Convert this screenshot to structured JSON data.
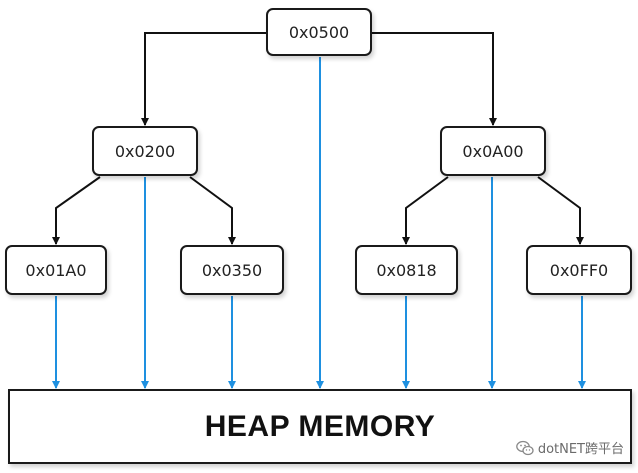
{
  "nodes": {
    "root": "0x0500",
    "left": "0x0200",
    "right": "0x0A00",
    "left_left": "0x01A0",
    "left_right": "0x0350",
    "right_left": "0x0818",
    "right_right": "0x0FF0"
  },
  "heap": {
    "label": "HEAP MEMORY"
  },
  "watermark": {
    "text": "dotNET跨平台",
    "icon": "wechat-icon"
  },
  "colors": {
    "tree_edge": "#111111",
    "memory_pointer": "#1e90e0",
    "node_border": "#1a1a1a",
    "background": "#ffffff"
  }
}
